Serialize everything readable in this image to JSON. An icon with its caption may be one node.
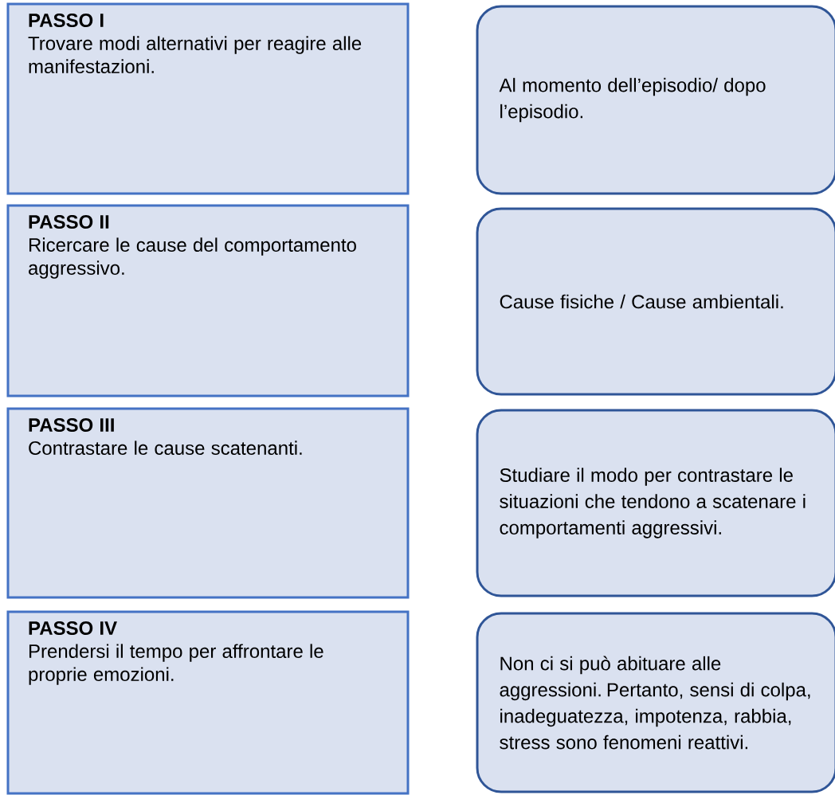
{
  "diagram": {
    "nodes": [
      {
        "text": [
          "PASSO I",
          "Trovare modi alternativi per reagire alle manifestazioni."
        ]
      },
      {
        "text": [
          "Al momento dell’episodio/ dopo l’episodio."
        ]
      },
      {
        "text": [
          "PASSO II",
          "Ricercare le cause del comportamento aggressivo."
        ]
      },
      {
        "text": [
          "Cause fisiche / Cause ambientali."
        ]
      },
      {
        "text": [
          "PASSO III",
          "Contrastare le cause scatenanti."
        ]
      },
      {
        "text": [
          "Studiare il modo per contrastare le situazioni che tendono a scatenare i comportamenti aggressivi."
        ]
      },
      {
        "text": [
          "PASSO IV",
          "Prendersi il tempo per affrontare le proprie emozioni."
        ]
      },
      {
        "text": [
          "Non ci si può abituare alle aggressioni. Pertanto, sensi di colpa, inadeguatezza, impotenza, rabbia, stress sono fenomeni reattivi."
        ]
      }
    ]
  }
}
